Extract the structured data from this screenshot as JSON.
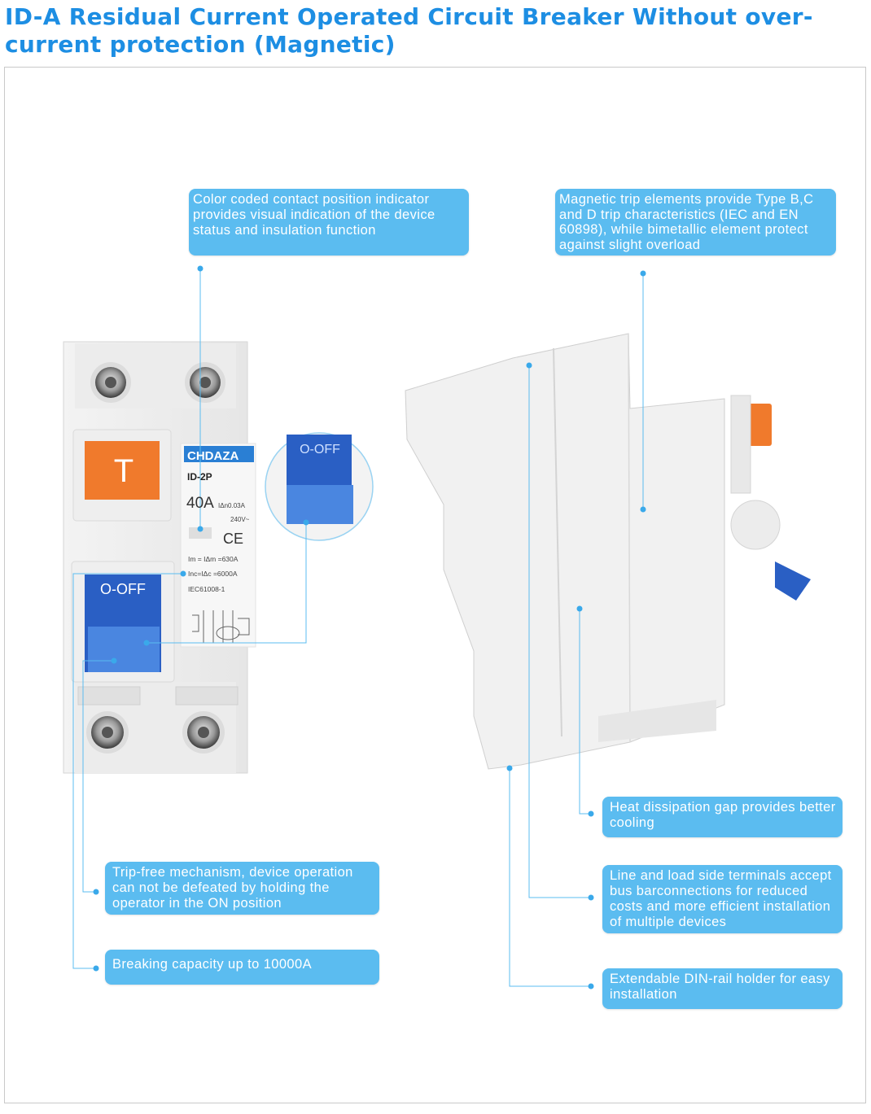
{
  "title": "ID-A Residual Current Operated Circuit Breaker Without over-current protection (Magnetic)",
  "callouts": {
    "indicator": "Color coded contact position indicator provides visual indication of the device status and insulation function",
    "magnetic": "Magnetic trip elements provide Type B,C and D trip characteristics (IEC and EN 60898), while bimetallic element protect against slight overload",
    "trip_free": "Trip-free mechanism, device operation can not be defeated by holding the operator in the ON position",
    "breaking": "Breaking capacity up to 10000A",
    "heat": "Heat dissipation gap provides better cooling",
    "terminals": "Line and load side terminals accept bus barconnections for reduced costs and more efficient installation of multiple devices",
    "din": "Extendable DIN-rail holder for easy installation"
  },
  "device": {
    "brand": "CHDAZA",
    "model": "ID-2P",
    "rating": "40A",
    "residual": "IΔn0.03A",
    "voltage": "240V~",
    "ce": "CE",
    "im": "Im = IΔm =630A",
    "inc": "Inc=IΔc =6000A",
    "standard": "IEC61008-1",
    "test_button": "T",
    "handle_label": "O-OFF",
    "zoom_label": "O-OFF"
  },
  "colors": {
    "accent": "#1d8ee3",
    "callout": "#5bbcf0",
    "handle": "#2a5fc4",
    "test_button": "#f07a2c"
  }
}
